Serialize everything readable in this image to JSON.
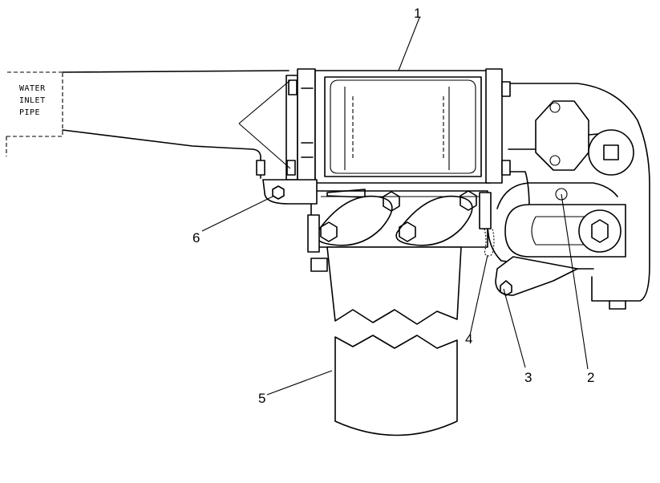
{
  "pipe_label": {
    "line1": "WATER",
    "line2": "INLET",
    "line3": "PIPE"
  },
  "callouts": {
    "c1": "1",
    "c2": "2",
    "c3": "3",
    "c4": "4",
    "c5": "5",
    "c6": "6"
  }
}
